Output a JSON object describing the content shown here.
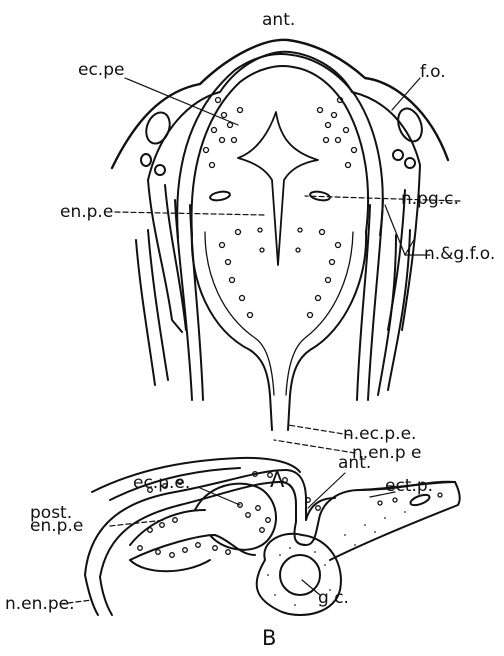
{
  "panel_a": {
    "caption": "A",
    "labels": {
      "ant": "ant.",
      "ec_pe": "ec.pe",
      "fo": "f.o.",
      "npgc": "n.pg.c.",
      "enpe": "en.p.e",
      "ngfo": "n.&g.f.o.",
      "necpe": "n.ec.p.e.",
      "nenpe": "n.en.p e"
    }
  },
  "panel_b": {
    "caption": "B",
    "labels": {
      "ecpe": "ec.p.e.",
      "ant": "ant.",
      "post": "post.",
      "ectp": "ect.p.",
      "enpe": "en.p.e",
      "gc": "g c.",
      "nenpe": "n.en.pe."
    }
  }
}
